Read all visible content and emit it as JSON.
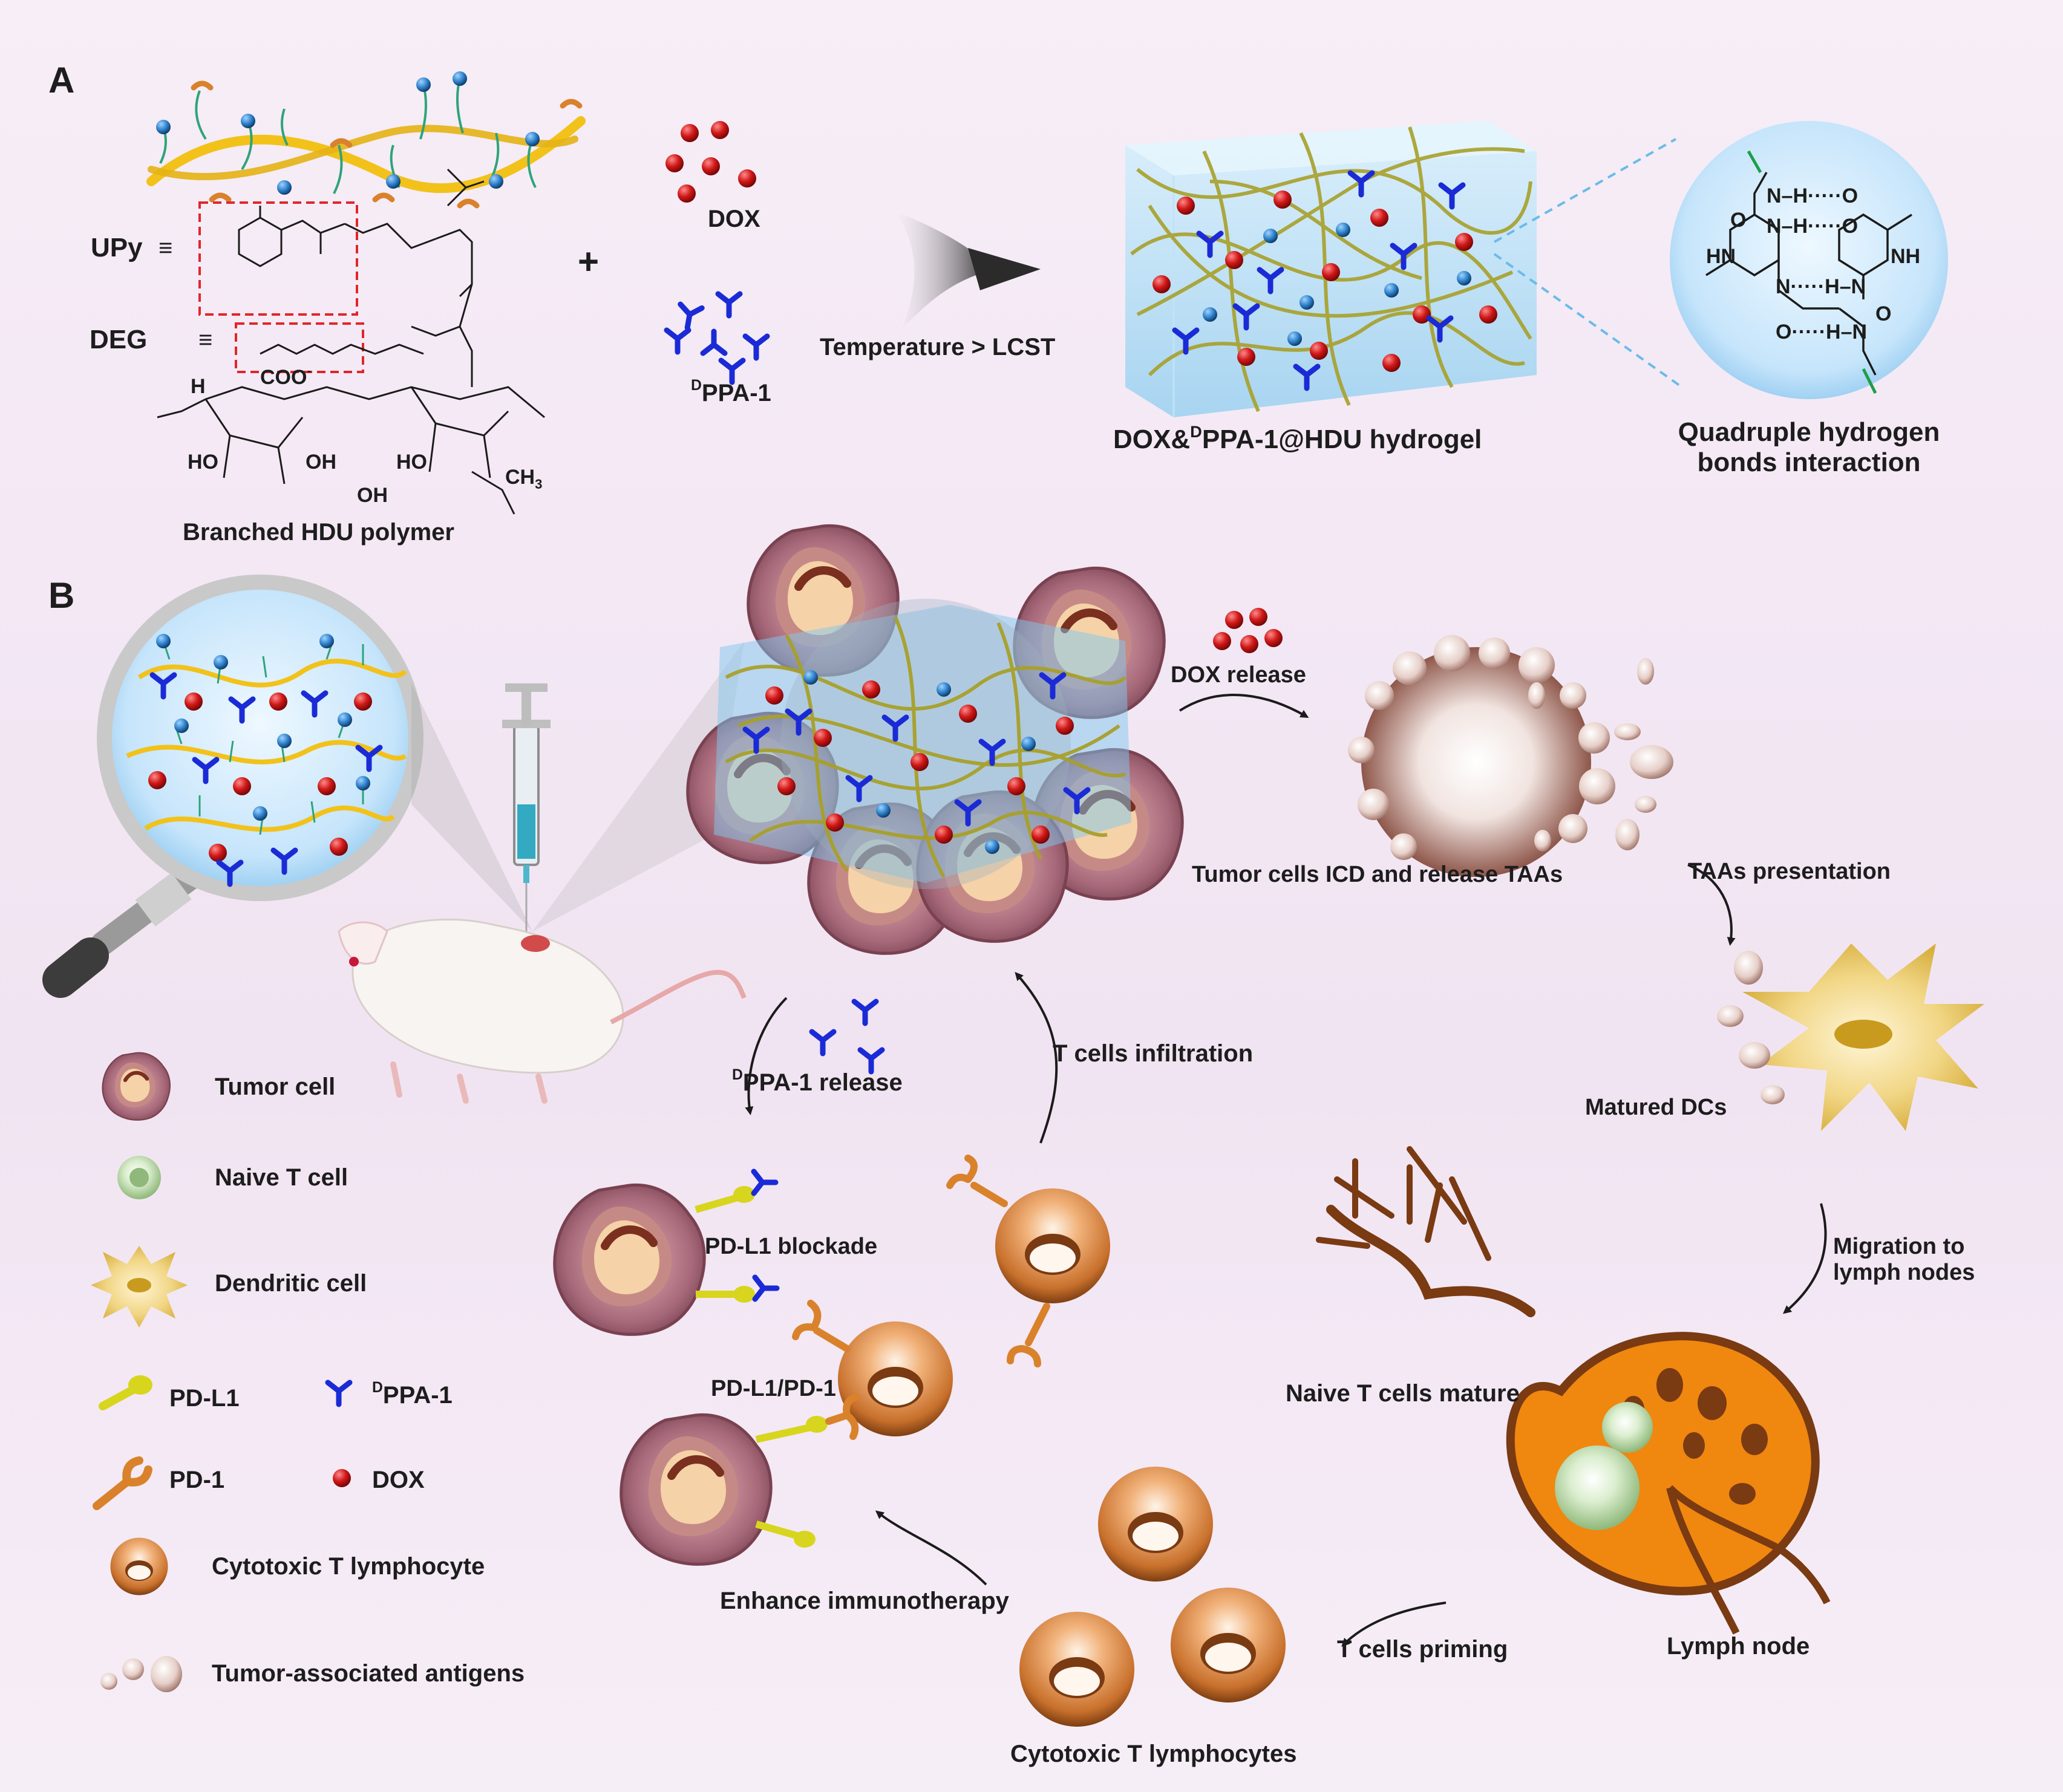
{
  "panels": {
    "a": "A",
    "b": "B"
  },
  "panel_a": {
    "upy_label": "UPy",
    "deg_label": "DEG",
    "equiv_symbol": "≡",
    "polymer_caption": "Branched HDU polymer",
    "plus": "+",
    "dox_label": "DOX",
    "dppa_prefix": "D",
    "dppa_label": "PPA-1",
    "condition": "Temperature > LCST",
    "hydrogel_prefix": "DOX&",
    "hydrogel_sup": "D",
    "hydrogel_suffix": "PPA-1@HDU  hydrogel",
    "hbond_line1": "Quadruple hydrogen",
    "hbond_line2": "bonds interaction",
    "chem": {
      "nh_h": "N–H·····O",
      "o_nh": "O",
      "hn": "HN",
      "nh": "NH",
      "n_h": "N·····H–N",
      "o_h": "O·····H–N",
      "h": "H",
      "oh": "OH",
      "ho": "HO",
      "coo": "COO",
      "o": "O",
      "ch3": "CH",
      "three": "3",
      "minus": "-"
    }
  },
  "panel_b": {
    "dox_release": "DOX release",
    "icd": "Tumor cells ICD and release TAAs",
    "taas_presentation": "TAAs presentation",
    "matured_dcs": "Matured DCs",
    "migration_line1": "Migration to",
    "migration_line2": "lymph nodes",
    "naive_mature": "Naive T cells mature",
    "lymph_node": "Lymph  node",
    "t_priming": "T cells priming",
    "ctl_plural": "Cytotoxic  T lymphocytes",
    "enhance": "Enhance immunotherapy",
    "t_infiltration": "T cells infiltration",
    "dppa_release_sup": "D",
    "dppa_release": "PPA-1 release",
    "pdl1_blockade": "PD-L1 blockade",
    "pdl1_pd1": "PD-L1/PD-1"
  },
  "legend": {
    "tumor_cell": "Tumor cell",
    "naive_t": "Naive T cell",
    "dendritic": "Dendritic cell",
    "pdl1": "PD-L1",
    "dppa_sup": "D",
    "dppa": "PPA-1",
    "pd1": "PD-1",
    "dox": "DOX",
    "ctl": "Cytotoxic  T lymphocyte",
    "taa": "Tumor-associated antigens"
  },
  "colors": {
    "backbone": "#f2c21b",
    "upy_bead": "#2c7fc9",
    "dox": "#d01818",
    "dppa": "#1a2bd6",
    "pdl1": "#d8d51e",
    "pd1": "#d9822b",
    "ctl": "#c8702c",
    "tumor": "#9c6474",
    "hydrogel": "#7fc8ee",
    "lymph": "#f0870f",
    "dc": "#efd27a"
  }
}
